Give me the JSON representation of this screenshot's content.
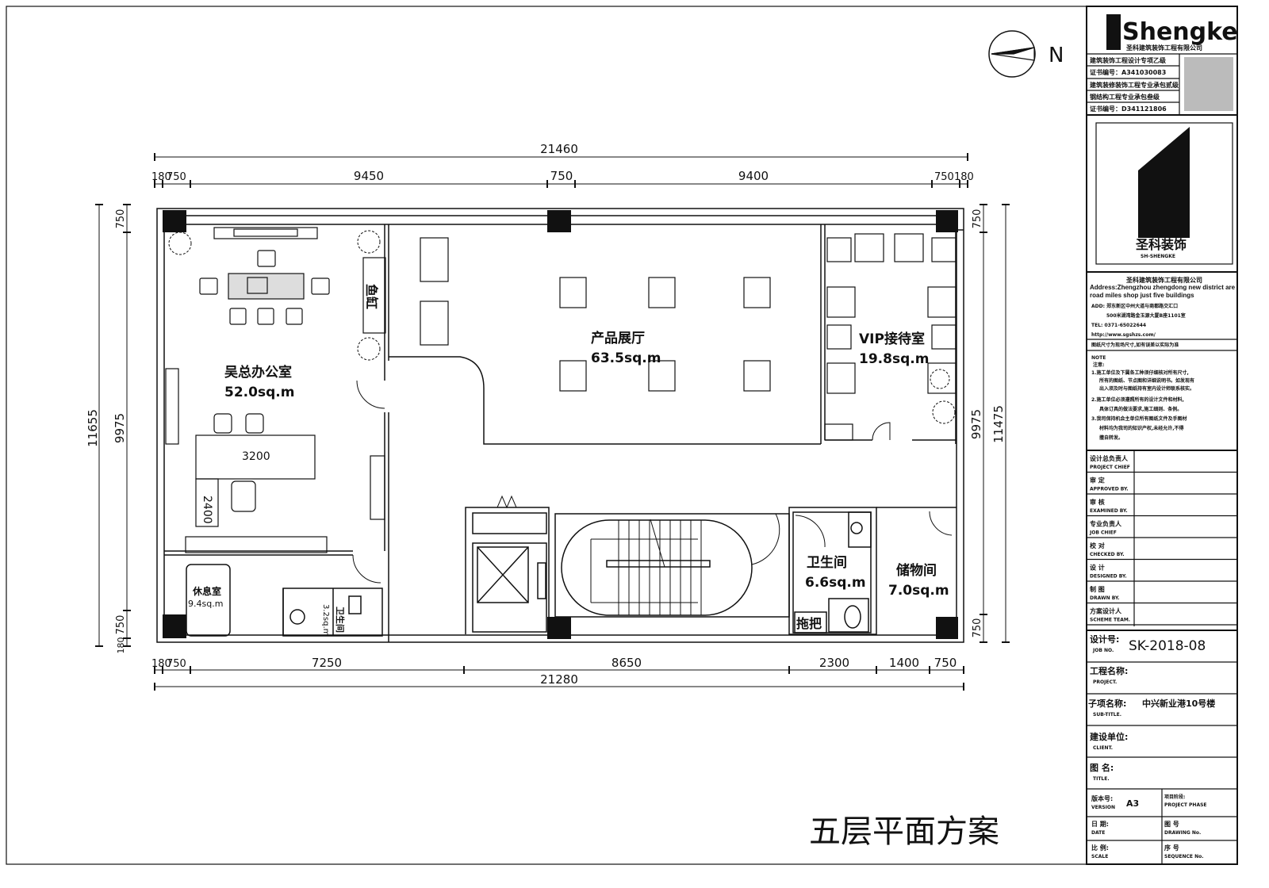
{
  "compass": {
    "north_label": "N"
  },
  "drawing_title": "五层平面方案",
  "dimensions": {
    "top_total": "21460",
    "top_segments": [
      "180",
      "750",
      "9450",
      "750",
      "9400",
      "750",
      "180"
    ],
    "bottom_total": "21280",
    "bottom_segments": [
      "180",
      "750",
      "7250",
      "8650",
      "2300",
      "1400",
      "750"
    ],
    "left_outer": "11655",
    "left_inner": "9975",
    "left_top": "750",
    "left_bottom": "750",
    "left_bottom2": "180",
    "right_inner": "9975",
    "right_outer": "11475",
    "right_top": "750",
    "right_bottom": "750"
  },
  "rooms": [
    {
      "name": "吴总办公室",
      "area": "52.0sq.m"
    },
    {
      "name": "产品展厅",
      "area": "63.5sq.m"
    },
    {
      "name": "VIP接待室",
      "area": "19.8sq.m"
    },
    {
      "name": "休息室",
      "area": "9.4sq.m"
    },
    {
      "name": "卫生间",
      "area": "3.2sq.m"
    },
    {
      "name": "卫生间",
      "area": "6.6sq.m"
    },
    {
      "name": "储物间",
      "area": "7.0sq.m"
    }
  ],
  "labels": {
    "fish_tank": "鱼缸",
    "mop": "拖把",
    "desk_width": "3200",
    "desk_depth": "2400"
  },
  "title_block": {
    "logo": "Shengke",
    "logo_sub": "圣科建筑装饰工程有限公司",
    "licenses": [
      "建筑装饰工程设计专项乙级",
      "证书编号：A341030083",
      "建筑装修装饰工程专业承包贰级",
      "钢结构工程专业承包叁级",
      "证书编号：D341121806"
    ],
    "brand": "圣科装饰",
    "brand_en": "SH-SHENGKE",
    "company": "圣科建筑装饰工程有限公司",
    "address_en": "Address:Zhengzhou zhengdong new district are road miles shop just five buildings",
    "address_cn": "ADD: 郑东新区中州大道与商都路交汇口",
    "address_cn2": "500米湖湾路金玉源大厦B座1101室",
    "tel": "TEL: 0371-65022644",
    "web": "http://www.sgshzs.com/",
    "note_line": "图纸尺寸为现场尺寸,如有误差以实际为准",
    "notes_head": "NOTE",
    "notes_sub": "注意:",
    "notes": [
      "1.施工单位及下属各工种须仔细核对所有尺寸,",
      "所有的图纸、节点图和详细说明书。如发现有",
      "出入须及时与图纸持有室内设计师联系核实。",
      "2.施工单位必须遵照所有的设计文件和材料,",
      "具体订具的做法要求,施工细则、条例。",
      "3.我司保持机会主单位所有图纸文件及手图材",
      "材料均为我司的知识产权,未经允许,不得",
      "擅自转发。"
    ],
    "sign_rows": [
      {
        "cn": "设计总负责人",
        "en": "PROJECT CHIEF"
      },
      {
        "cn": "审 定",
        "en": "APPROVED BY."
      },
      {
        "cn": "审 核",
        "en": "EXAMINED BY."
      },
      {
        "cn": "专业负责人",
        "en": "JOB CHIEF"
      },
      {
        "cn": "校 对",
        "en": "CHECKED BY."
      },
      {
        "cn": "设 计",
        "en": "DESIGNED BY."
      },
      {
        "cn": "制 图",
        "en": "DRAWN BY."
      },
      {
        "cn": "方案设计人",
        "en": "SCHEME TEAM."
      }
    ],
    "job_no_label": "设计号:",
    "job_no_en": "JOB NO.",
    "job_no": "SK-2018-08",
    "project_label": "工程名称:",
    "project_en": "PROJECT.",
    "subtitle_label": "子项名称:",
    "subtitle_value": "中兴新业港10号楼",
    "subtitle_en": "SUB-TITLE.",
    "client_label": "建设单位:",
    "client_en": "CLIENT.",
    "title_label": "图 名:",
    "title_en": "TITLE.",
    "version_label": "版本号:",
    "version_en": "VERSION",
    "version": "A3",
    "phase_label": "项目阶段:",
    "phase_en": "PROJECT PHASE",
    "date_label": "日 期:",
    "date_en": "DATE",
    "drawing_no_label": "图 号",
    "drawing_no_en": "DRAWING No.",
    "scale_label": "比 例:",
    "scale_en": "SCALE",
    "seq_label": "序 号",
    "seq_en": "SEQUENCE No."
  }
}
